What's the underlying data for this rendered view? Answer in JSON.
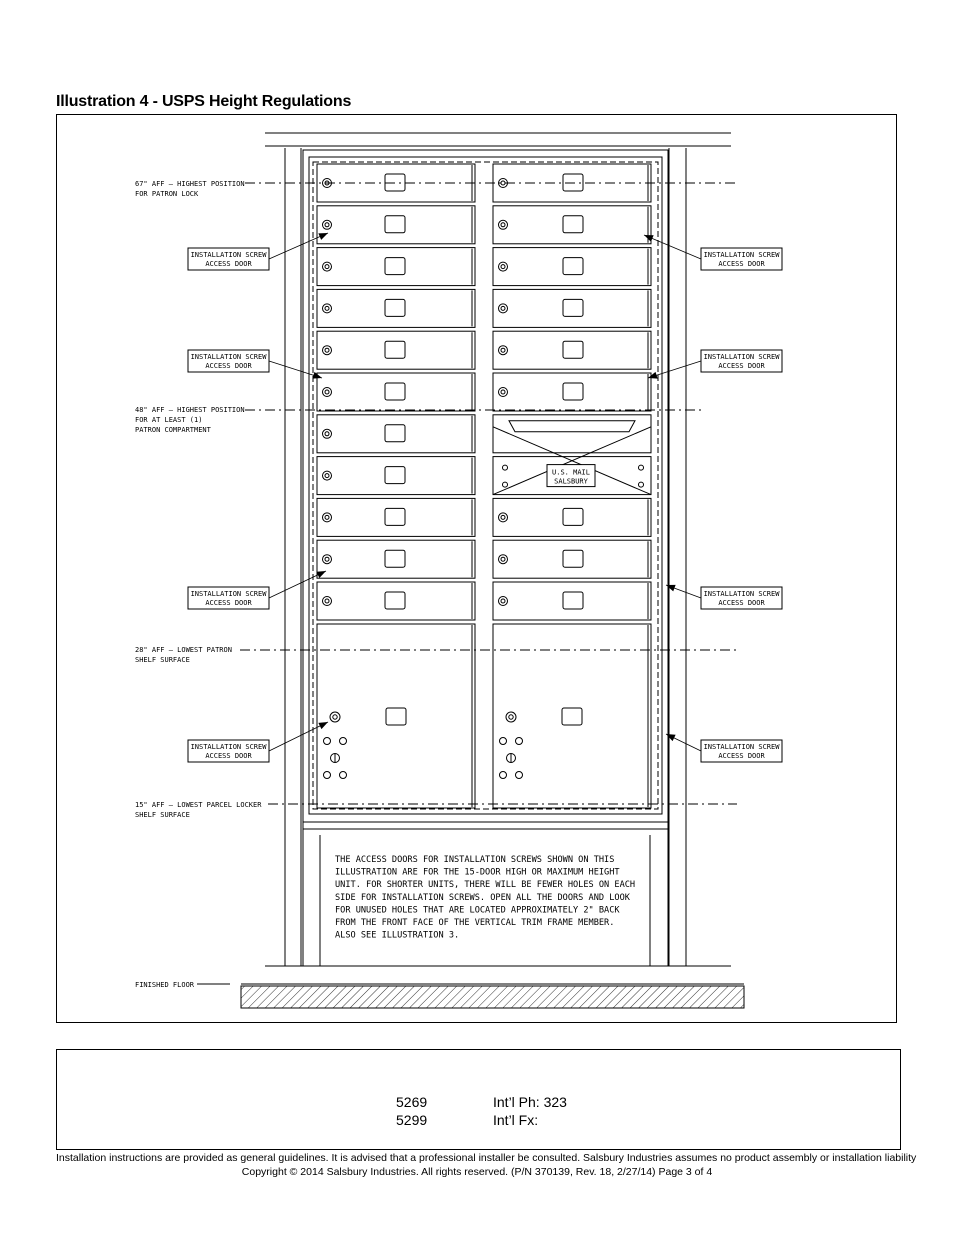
{
  "title": "Illustration 4 - USPS Height Regulations",
  "labels": {
    "highest_lock": [
      "67\" AFF – HIGHEST POSITION",
      "FOR PATRON LOCK"
    ],
    "highest_compartment": [
      "48\" AFF – HIGHEST POSITION",
      "FOR AT LEAST (1)",
      "PATRON COMPARTMENT"
    ],
    "lowest_patron": [
      "28\" AFF – LOWEST PATRON",
      "SHELF SURFACE"
    ],
    "lowest_parcel": [
      "15\" AFF – LOWEST PARCEL LOCKER",
      "SHELF SURFACE"
    ],
    "finished_floor": "FINISHED FLOOR",
    "access_door": [
      "INSTALLATION SCREW",
      "ACCESS DOOR"
    ],
    "mail_panel": [
      "U.S. MAIL",
      "SALSBURY"
    ]
  },
  "note_lines": [
    "THE ACCESS DOORS FOR INSTALLATION SCREWS SHOWN ON THIS",
    "ILLUSTRATION ARE FOR THE 15-DOOR HIGH OR MAXIMUM HEIGHT",
    "UNIT.  FOR SHORTER UNITS, THERE WILL BE FEWER HOLES ON EACH",
    "SIDE FOR INSTALLATION SCREWS.  OPEN ALL THE DOORS AND LOOK",
    "FOR UNUSED HOLES THAT ARE LOCATED APPROXIMATELY 2\" BACK",
    "FROM THE FRONT FACE OF THE VERTICAL TRIM FRAME MEMBER.",
    "ALSO SEE ILLUSTRATION 3."
  ],
  "contact": {
    "num1": "5269",
    "num2": "5299",
    "intl_ph": "Int’l Ph: 323",
    "intl_fx": "Int’l Fx:"
  },
  "footer": {
    "line1": "Installation instructions are provided as general guidelines. It is advised that a professional installer be consulted. Salsbury Industries assumes no product assembly or installation liability",
    "line2": "Copyright © 2014 Salsbury Industries.  All rights reserved.  (P/N 370139, Rev. 18, 2/27/14)  Page 3 of 4"
  }
}
